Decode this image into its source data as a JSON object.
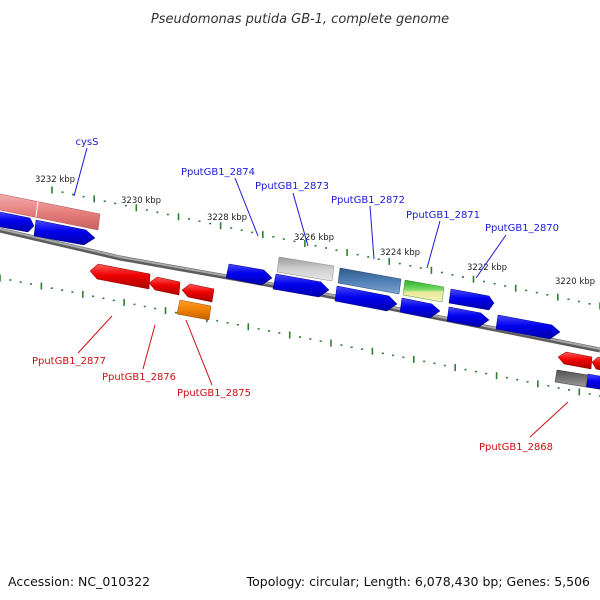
{
  "title": "Pseudomonas putida GB-1, complete genome",
  "footer": {
    "accession": "Accession: NC_010322",
    "stats": "Topology: circular; Length: 6,078,430 bp; Genes: 5,506"
  },
  "colors": {
    "background": "#ffffff",
    "backbone": "#808080",
    "tick": "#2e7d32",
    "forward_strand": "#0000ee",
    "reverse_strand": "#ee0000",
    "forward_label": "#1a1ad6",
    "reverse_label": "#cc1111"
  },
  "scale_labels": [
    "3232 kbp",
    "3230 kbp",
    "3228 kbp",
    "3226 kbp",
    "3224 kbp",
    "3222 kbp",
    "3220 kbp"
  ],
  "forward_labels": [
    "cysS",
    "PputGB1_2874",
    "PputGB1_2873",
    "PputGB1_2872",
    "PputGB1_2871",
    "PputGB1_2870"
  ],
  "reverse_labels": [
    "PputGB1_2877",
    "PputGB1_2876",
    "PputGB1_2875",
    "PputGB1_2868"
  ]
}
